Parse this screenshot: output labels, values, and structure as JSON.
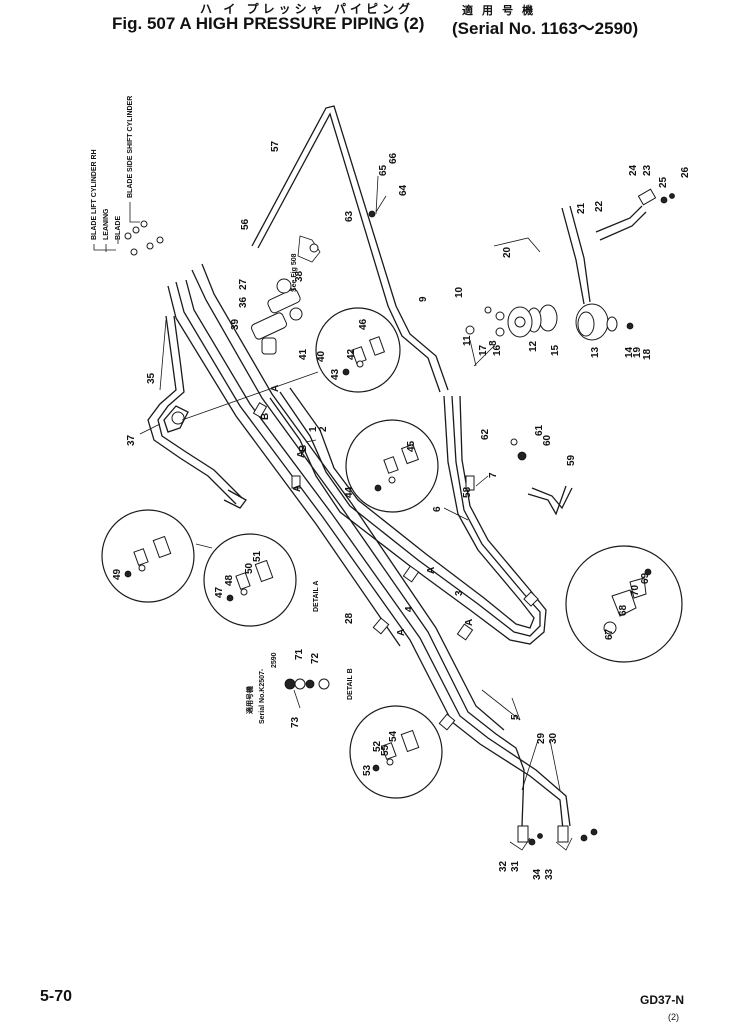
{
  "header": {
    "japanese_title": "ハ イ プレッシャ パイピング",
    "japanese_applicable": "適 用 号 機",
    "title": "Fig. 507 A HIGH PRESSURE PIPING (2)",
    "serial": "(Serial No. 1163～2590)"
  },
  "cylinder_labels": [
    "BLADE LIFT CYLINDER RH",
    "LEANING",
    "BLADE",
    "BLADE SIDE SHIFT CYLINDER"
  ],
  "notes": {
    "see_fig": "See Fig 508",
    "detail_a": "DETAIL A",
    "detail_b": "DETAIL B",
    "serial_jp": "適用号機",
    "serial_no": "Serial No.K2507-",
    "serial_end": "2590"
  },
  "part_numbers": [
    "1",
    "2",
    "3",
    "4",
    "5",
    "6",
    "7",
    "8",
    "9",
    "10",
    "11",
    "12",
    "13",
    "14",
    "15",
    "16",
    "17",
    "18",
    "19",
    "20",
    "21",
    "22",
    "23",
    "24",
    "25",
    "26",
    "27",
    "28",
    "29",
    "30",
    "31",
    "32",
    "33",
    "34",
    "35",
    "36",
    "37",
    "38",
    "39",
    "40",
    "41",
    "42",
    "43",
    "44",
    "45",
    "46",
    "47",
    "48",
    "49",
    "50",
    "51",
    "52",
    "53",
    "54",
    "55",
    "56",
    "57",
    "58",
    "59",
    "60",
    "61",
    "62",
    "63",
    "64",
    "65",
    "66",
    "67",
    "68",
    "69",
    "70",
    "71",
    "72",
    "73"
  ],
  "detail_letters": {
    "a": "A",
    "b": "B"
  },
  "footer": {
    "page": "5-70",
    "code": "GD37-N",
    "mark": "(2)"
  }
}
